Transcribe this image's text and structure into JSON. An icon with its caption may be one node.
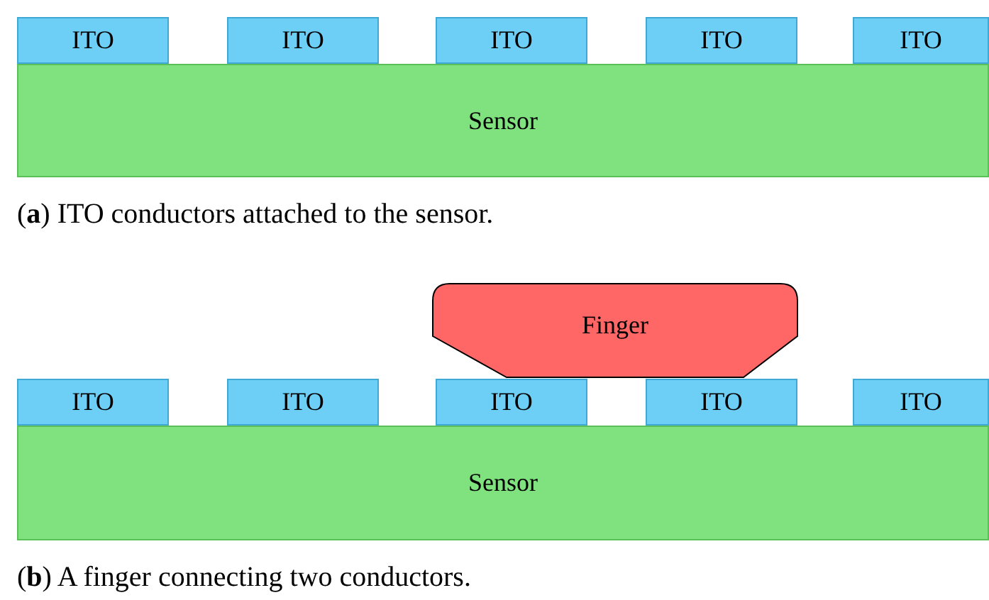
{
  "diagram": {
    "nodes": [
      {
        "text": [
          "ITO"
        ]
      },
      {
        "text": [
          "ITO"
        ]
      },
      {
        "text": [
          "ITO"
        ]
      },
      {
        "text": [
          "ITO"
        ]
      },
      {
        "text": [
          "ITO"
        ]
      },
      {
        "text": [
          "Sensor"
        ]
      },
      {
        "text": [
          "Finger"
        ]
      },
      {
        "text": [
          "ITO"
        ]
      },
      {
        "text": [
          "ITO"
        ]
      },
      {
        "text": [
          "ITO"
        ]
      },
      {
        "text": [
          "ITO"
        ]
      },
      {
        "text": [
          "ITO"
        ]
      },
      {
        "text": [
          "Sensor"
        ]
      }
    ],
    "labels": [
      "(**a**) ITO conductors attached to the sensor.",
      "(**b**) A finger connecting two conductors."
    ]
  }
}
